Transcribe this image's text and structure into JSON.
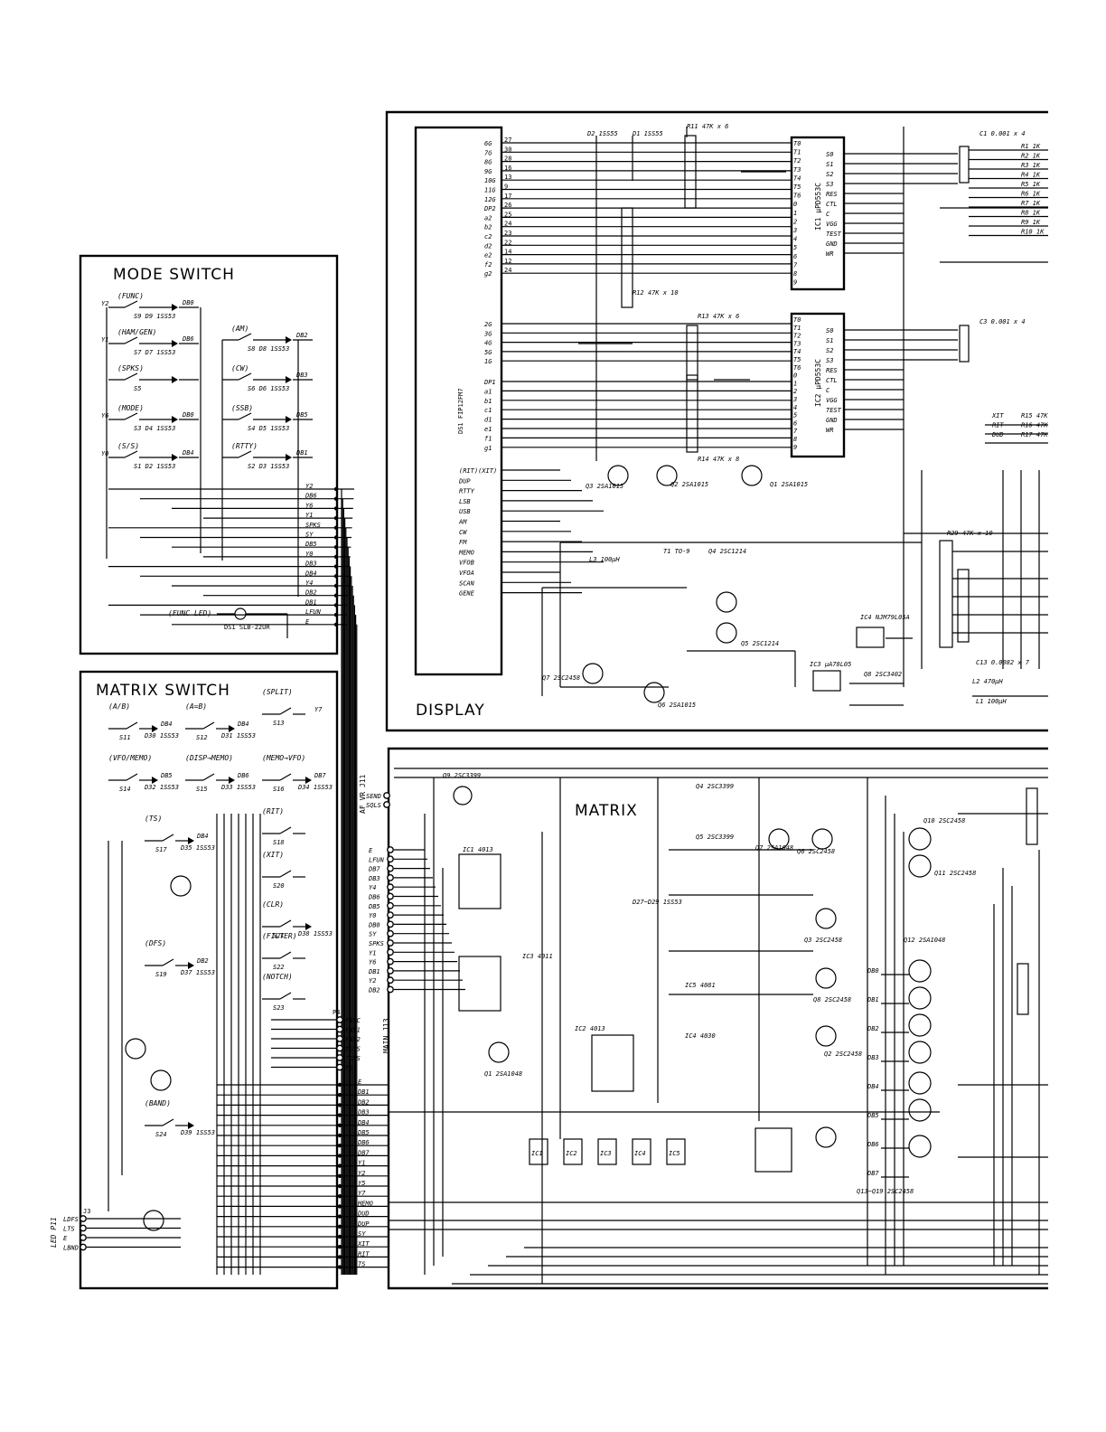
{
  "sections": {
    "mode_switch": "MODE SWITCH",
    "matrix_switch": "MATRIX SWITCH",
    "display": "DISPLAY",
    "matrix": "MATRIX"
  },
  "mode_switches": [
    {
      "label": "(FUNC)",
      "sw": "S9",
      "diode": "D9 1SS53",
      "db": "DB0",
      "y": "Y2"
    },
    {
      "label": "(HAM/GEN)",
      "sw": "S7",
      "diode": "D7 1SS53",
      "db": "DB6",
      "y": "Y1"
    },
    {
      "label": "(SPKS)",
      "sw": "S5",
      "diode": "",
      "db": "",
      "y": ""
    },
    {
      "label": "(MODE)",
      "sw": "S3",
      "diode": "D4 1SS53",
      "db": "DB0",
      "y": "Y6"
    },
    {
      "label": "(S/S)",
      "sw": "S1",
      "diode": "D2 1SS53",
      "db": "DB4",
      "y": "Y0"
    },
    {
      "label": "(AM)",
      "sw": "S8",
      "diode": "D8 1SS53",
      "db": "DB2",
      "y": ""
    },
    {
      "label": "(CW)",
      "sw": "S6",
      "diode": "D6 1SS53",
      "db": "DB3",
      "y": ""
    },
    {
      "label": "(SSB)",
      "sw": "S4",
      "diode": "D5 1SS53",
      "db": "DB5",
      "y": ""
    },
    {
      "label": "(RTTY)",
      "sw": "S2",
      "diode": "D3 1SS53",
      "db": "DB1",
      "y": ""
    }
  ],
  "mode_bus": [
    "Y2",
    "DB6",
    "Y6",
    "Y1",
    "SPKS",
    "SY",
    "DB5",
    "Y0",
    "DB3",
    "DB4",
    "Y4",
    "DB2",
    "DB1",
    "LFUN",
    "E"
  ],
  "func_led": {
    "label": "(FUNC LED)",
    "part": "DS1 SLB-22UR"
  },
  "matrix_switches": [
    {
      "label": "(A/B)",
      "sw": "S11",
      "diode": "D30 1SS53",
      "db": "DB4"
    },
    {
      "label": "(A=B)",
      "sw": "S12",
      "diode": "D31 1SS53",
      "db": "DB4"
    },
    {
      "label": "(SPLIT)",
      "sw": "S13",
      "diode": "",
      "db": "Y7"
    },
    {
      "label": "(VFO/MEMO)",
      "sw": "S14",
      "diode": "D32 1SS53",
      "db": "DB5"
    },
    {
      "label": "(DISP→MEMO)",
      "sw": "S15",
      "diode": "D33 1SS53",
      "db": "DB6"
    },
    {
      "label": "(MEMO→VFO)",
      "sw": "S16",
      "diode": "D34 1SS53",
      "db": "DB7"
    },
    {
      "label": "(TS)",
      "sw": "S17",
      "diode": "D35 1SS53",
      "db": "DB4"
    },
    {
      "label": "(RIT)",
      "sw": "S18",
      "diode": "",
      "db": ""
    },
    {
      "label": "(XIT)",
      "sw": "S20",
      "diode": "",
      "db": ""
    },
    {
      "label": "(CLR)",
      "sw": "S21",
      "diode": "D38 1SS53",
      "db": ""
    },
    {
      "label": "(DFS)",
      "sw": "S19",
      "diode": "D37 1SS53",
      "db": "DB2"
    },
    {
      "label": "(FILTER)",
      "sw": "S22",
      "diode": "",
      "db": ""
    },
    {
      "label": "(NOTCH)",
      "sw": "S23",
      "diode": "",
      "db": ""
    },
    {
      "label": "(BAND)",
      "sw": "S24",
      "diode": "D39 1SS53",
      "db": ""
    }
  ],
  "matrix_bus": [
    "E",
    "DB1",
    "DB2",
    "DB3",
    "DB4",
    "DB5",
    "DB6",
    "DB7",
    "Y1",
    "Y2",
    "Y5",
    "Y7",
    "MEMO",
    "DUD",
    "DUP",
    "SY",
    "XIT",
    "RIT",
    "TS"
  ],
  "j13_pins": [
    "FILC",
    "FIL1",
    "FIL2",
    "NOTS",
    "TONS",
    "R6"
  ],
  "j13_label": "MAIN J13",
  "p4_label": "P4",
  "j3_pins": [
    "LDFS",
    "LTS",
    "E",
    "LBND"
  ],
  "j3_label": "J3",
  "p11_label": "LED P11",
  "display_pins_top": [
    "6G",
    "7G",
    "8G",
    "9G",
    "10G",
    "11G",
    "12G",
    "DP2",
    "a2",
    "b2",
    "c2",
    "d2",
    "e2",
    "f2",
    "g2"
  ],
  "display_pins_mid": [
    "2G",
    "3G",
    "4G",
    "5G",
    "1G"
  ],
  "display_pins_low": [
    "DP1",
    "a1",
    "b1",
    "c1",
    "d1",
    "e1",
    "f1",
    "g1"
  ],
  "display_pins_bottom": [
    "(RIT)(XIT)",
    "DUP",
    "RTTY",
    "LSB",
    "USB",
    "AM",
    "CW",
    "FM",
    "MEMO",
    "VFOB",
    "VFOA",
    "SCAN",
    "GENE"
  ],
  "ds1_part": "DS1 FIP12FM7",
  "ic1": {
    "name": "IC1 μPD553C",
    "left": [
      "T0",
      "T1",
      "T2",
      "T3",
      "T4",
      "T5",
      "T6",
      "0",
      "1",
      "2",
      "3",
      "4",
      "5",
      "6",
      "7",
      "8",
      "9"
    ],
    "right": [
      "S0",
      "S1",
      "S2",
      "S3",
      "RES",
      "CTL",
      "C",
      "VGG",
      "TEST",
      "GND",
      "WR"
    ]
  },
  "ic2": {
    "name": "IC2 μPD553C",
    "left": [
      "T0",
      "T1",
      "T2",
      "T3",
      "T4",
      "T5",
      "T6",
      "0",
      "1",
      "2",
      "3",
      "4",
      "5",
      "6",
      "7",
      "8",
      "9"
    ],
    "right": [
      "S0",
      "S1",
      "S2",
      "S3",
      "RES",
      "CTL",
      "C",
      "VGG",
      "TEST",
      "GND",
      "WR"
    ]
  },
  "right_resistors": [
    "R1 1K",
    "R2 1K",
    "R3 1K",
    "R4 1K",
    "R5 1K",
    "R6 1K",
    "R7 1K",
    "R8 1K",
    "R9 1K",
    "R10 1K"
  ],
  "display_components": [
    "R11 47K x 6",
    "R12 47K x 10",
    "R13 47K x 6",
    "R14 47K x 8",
    "D1 1SS55",
    "D2 1SS55",
    "C1 0.001 x 4",
    "C3 0.001 x 4",
    "Q1 2SA1015",
    "Q2 2SA1015",
    "Q3 2SA1015",
    "L3 100μH",
    "T1 TO-9",
    "Q4 2SC1214",
    "Q5 2SC1214",
    "IC3 μA78L05",
    "IC4 NJM79L05A",
    "Q6 2SA1015",
    "Q7 2SC2458",
    "Q8 2SC3402",
    "L1 100μH",
    "L2 470μH",
    "R29 47K x 10",
    "C13 0.0082 x 7"
  ],
  "matrix_components": [
    "Q9 2SC3399",
    "Q4 2SC3399",
    "Q5 2SC3399",
    "IC1 4013",
    "IC2 4013",
    "IC3 4011",
    "IC4 4030",
    "IC5 4081",
    "Q1 2SA1048",
    "Q2 2SC2458",
    "Q3 2SC2458",
    "Q6 2SC2458",
    "Q7 2SA1048",
    "Q8 2SC2458",
    "Q10 2SC2458",
    "Q11 2SC2458",
    "Q12 2SA1048",
    "Q13~Q19 2SC2458",
    "D27~D29 1SS53"
  ],
  "af_vr": "AF VR J11",
  "p2_pins": [
    "SEND",
    "SQLS"
  ],
  "matrix_right_labels": [
    "DB0",
    "DB1",
    "DB2",
    "DB3",
    "DB4",
    "DB5",
    "DB6",
    "DB7"
  ],
  "misc_labels": [
    "XIT",
    "RIT",
    "DUD",
    "R15 47K",
    "R16 47K",
    "R17 47K"
  ]
}
